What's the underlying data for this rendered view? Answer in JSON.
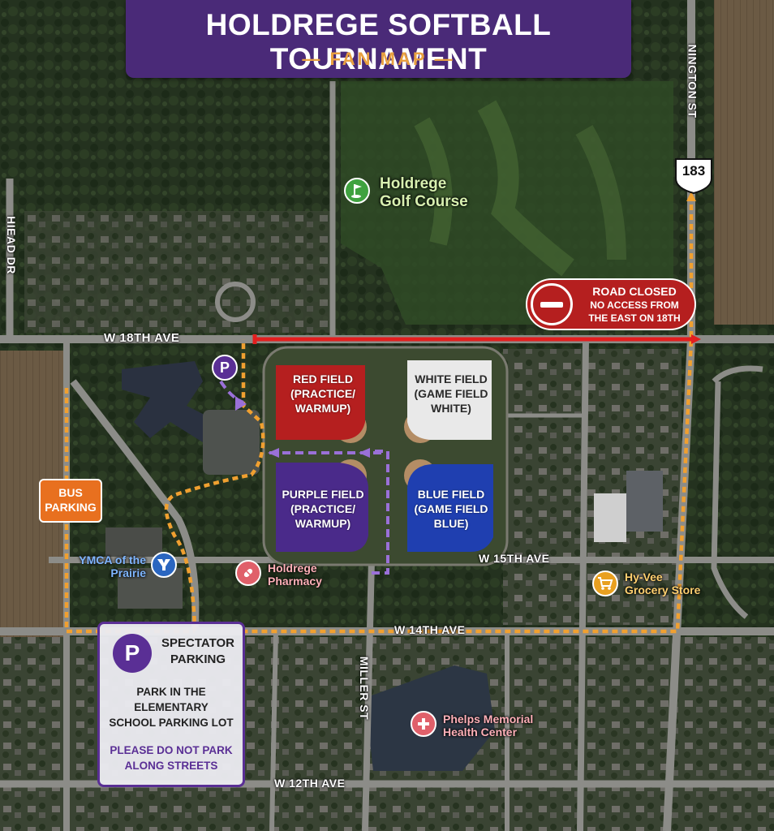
{
  "header": {
    "title": "HOLDREGE SOFTBALL TOURNAMENT",
    "subtitle": "FAN MAP",
    "bg_color": "#4a2a78",
    "accent_color": "#e8a040"
  },
  "streets": {
    "w18th": "W 18TH AVE",
    "w15th": "W 15TH AVE",
    "w14th": "W 14TH AVE",
    "w12th": "W 12TH AVE",
    "miller": "MILLER ST",
    "hiead": "HIEAD DR",
    "nington": "NINGTON ST"
  },
  "highway": {
    "number": "183"
  },
  "fields": {
    "red": {
      "label": "RED FIELD\n(PRACTICE/\nWARMUP)",
      "color": "#b51f1f"
    },
    "white": {
      "label": "WHITE FIELD\n(GAME FIELD\nWHITE)",
      "color": "#e9e9e9"
    },
    "purple": {
      "label": "PURPLE FIELD\n(PRACTICE/\nWARMUP)",
      "color": "#4a2a8a"
    },
    "blue": {
      "label": "BLUE FIELD\n(GAME FIELD\nBLUE)",
      "color": "#1f3fb0"
    }
  },
  "road_closed": {
    "title": "ROAD CLOSED",
    "line2": "NO ACCESS FROM",
    "line3": "THE EAST ON 18TH",
    "color": "#b51f1f"
  },
  "bus_parking": {
    "line1": "BUS",
    "line2": "PARKING",
    "color": "#e8701f"
  },
  "spectator_parking": {
    "title": "SPECTATOR\nPARKING",
    "body": "PARK IN THE\nELEMENTARY\nSCHOOL PARKING LOT",
    "warning": "PLEASE DO NOT PARK\nALONG STREETS",
    "p_letter": "P"
  },
  "parking_marker": {
    "letter": "P"
  },
  "pois": {
    "golf": {
      "label": "Holdrege\nGolf Course",
      "icon": "golf-flag-icon",
      "color": "#3fa23f",
      "text_color": "#d8f0b0"
    },
    "ymca": {
      "label": "YMCA of the\nPrairie",
      "icon": "ymca-logo-icon",
      "color": "#2a66c0",
      "text_color": "#7fb6ff"
    },
    "pharmacy": {
      "label": "Holdrege\nPharmacy",
      "icon": "pill-icon",
      "color": "#e0606a",
      "text_color": "#ffb0b8"
    },
    "hyvee": {
      "label": "Hy-Vee\nGrocery Store",
      "icon": "shopping-cart-icon",
      "color": "#e8a020",
      "text_color": "#ffd070"
    },
    "phelps": {
      "label": "Phelps Memorial\nHealth Center",
      "icon": "medical-cross-icon",
      "color": "#e0606a",
      "text_color": "#ffb0b8"
    }
  },
  "route_color": "#f0a030",
  "walk_route_color": "#9a70d8"
}
